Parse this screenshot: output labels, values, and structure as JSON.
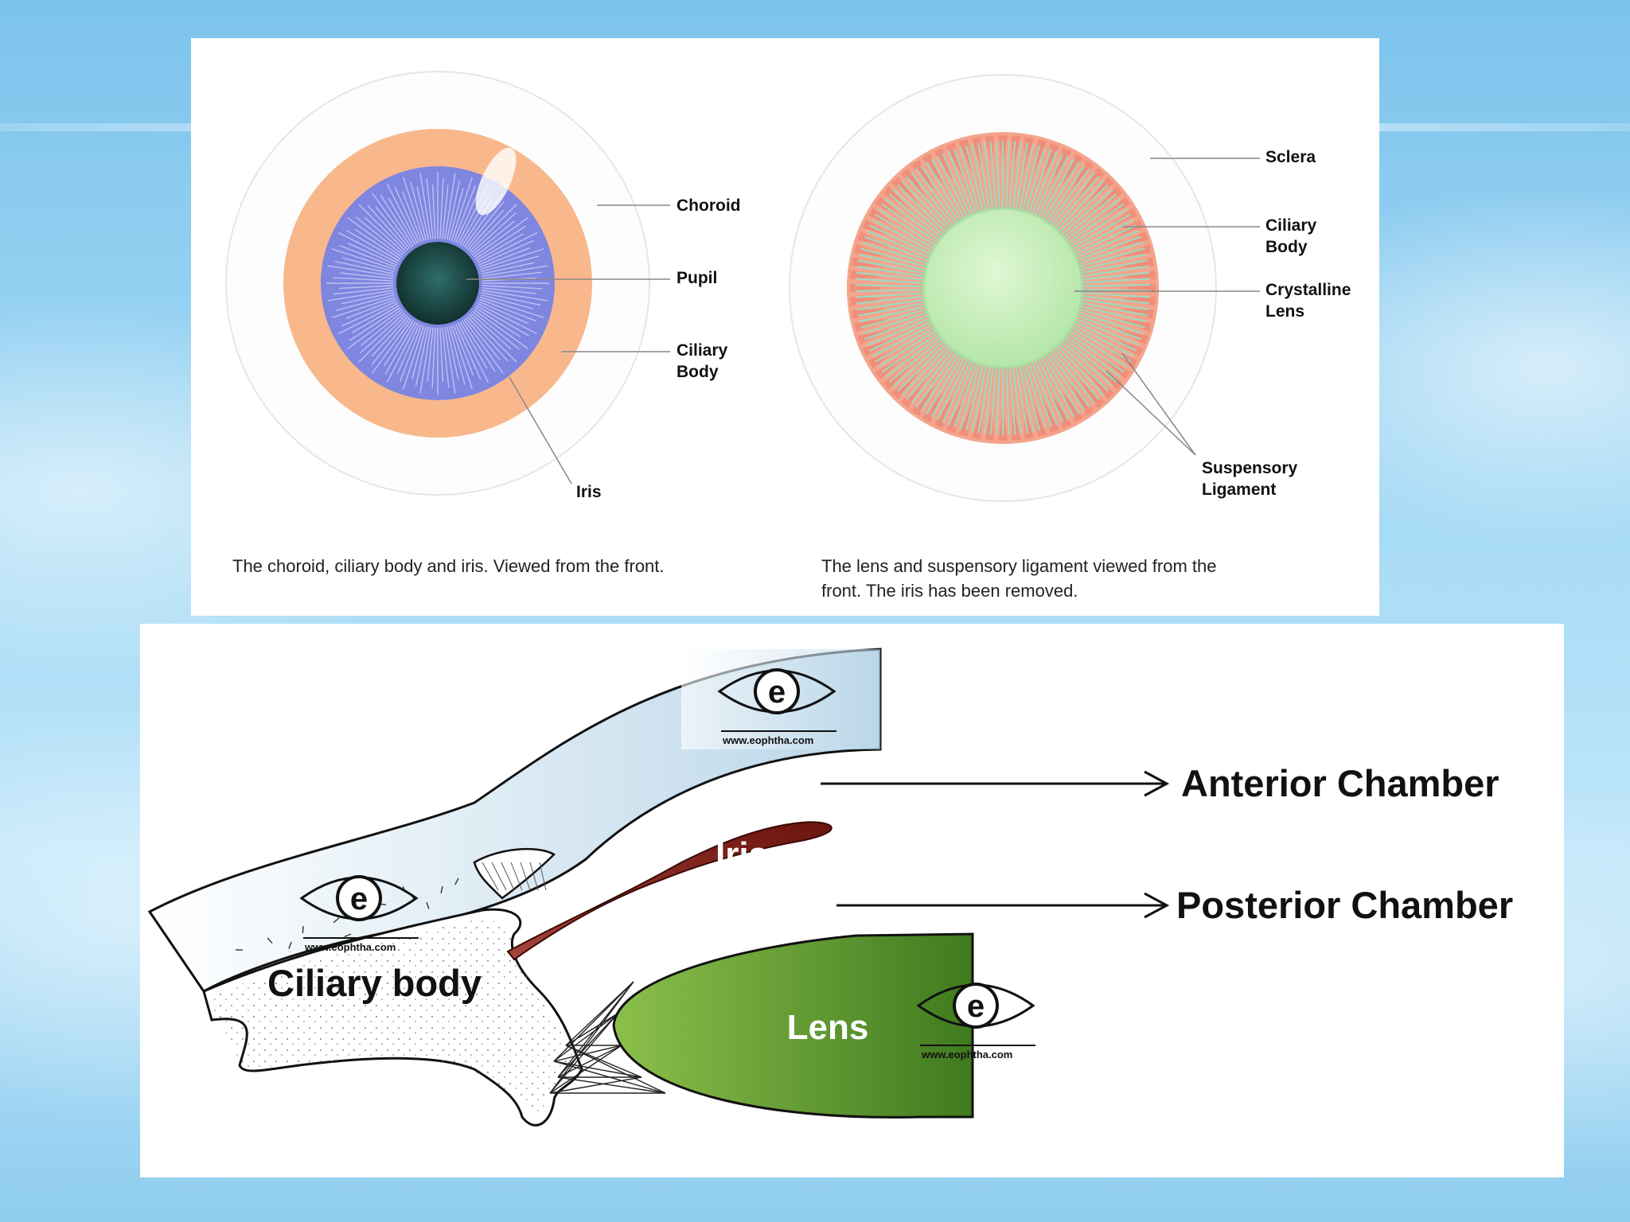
{
  "top_diagram": {
    "left": {
      "labels": [
        "Choroid",
        "Pupil",
        "Ciliary",
        "Body",
        "Iris"
      ],
      "caption": "The choroid, ciliary body and iris. Viewed from the front."
    },
    "right": {
      "labels": [
        "Sclera",
        "Ciliary",
        "Body",
        "Crystalline",
        "Lens",
        "Suspensory",
        "Ligament"
      ],
      "caption_line1": "The lens and suspensory ligament viewed from the",
      "caption_line2": "front. The iris has been removed."
    },
    "colors": {
      "iris": "#7f86e0",
      "choroid": "#f8b88c",
      "ciliary_fibers": "#9fd8bf",
      "lens": "#c9efc0"
    }
  },
  "bottom_diagram": {
    "labels": {
      "anterior_chamber": "Anterior Chamber",
      "posterior_chamber": "Posterior Chamber",
      "iris": "Iris",
      "ciliary_body": "Ciliary body",
      "lens": "Lens"
    },
    "watermark": "www.eophtha.com",
    "watermark_letter": "e",
    "colors": {
      "iris": "#7a1d14",
      "lens": "#5e9a2e",
      "cornea": "#cfe3ef"
    }
  }
}
